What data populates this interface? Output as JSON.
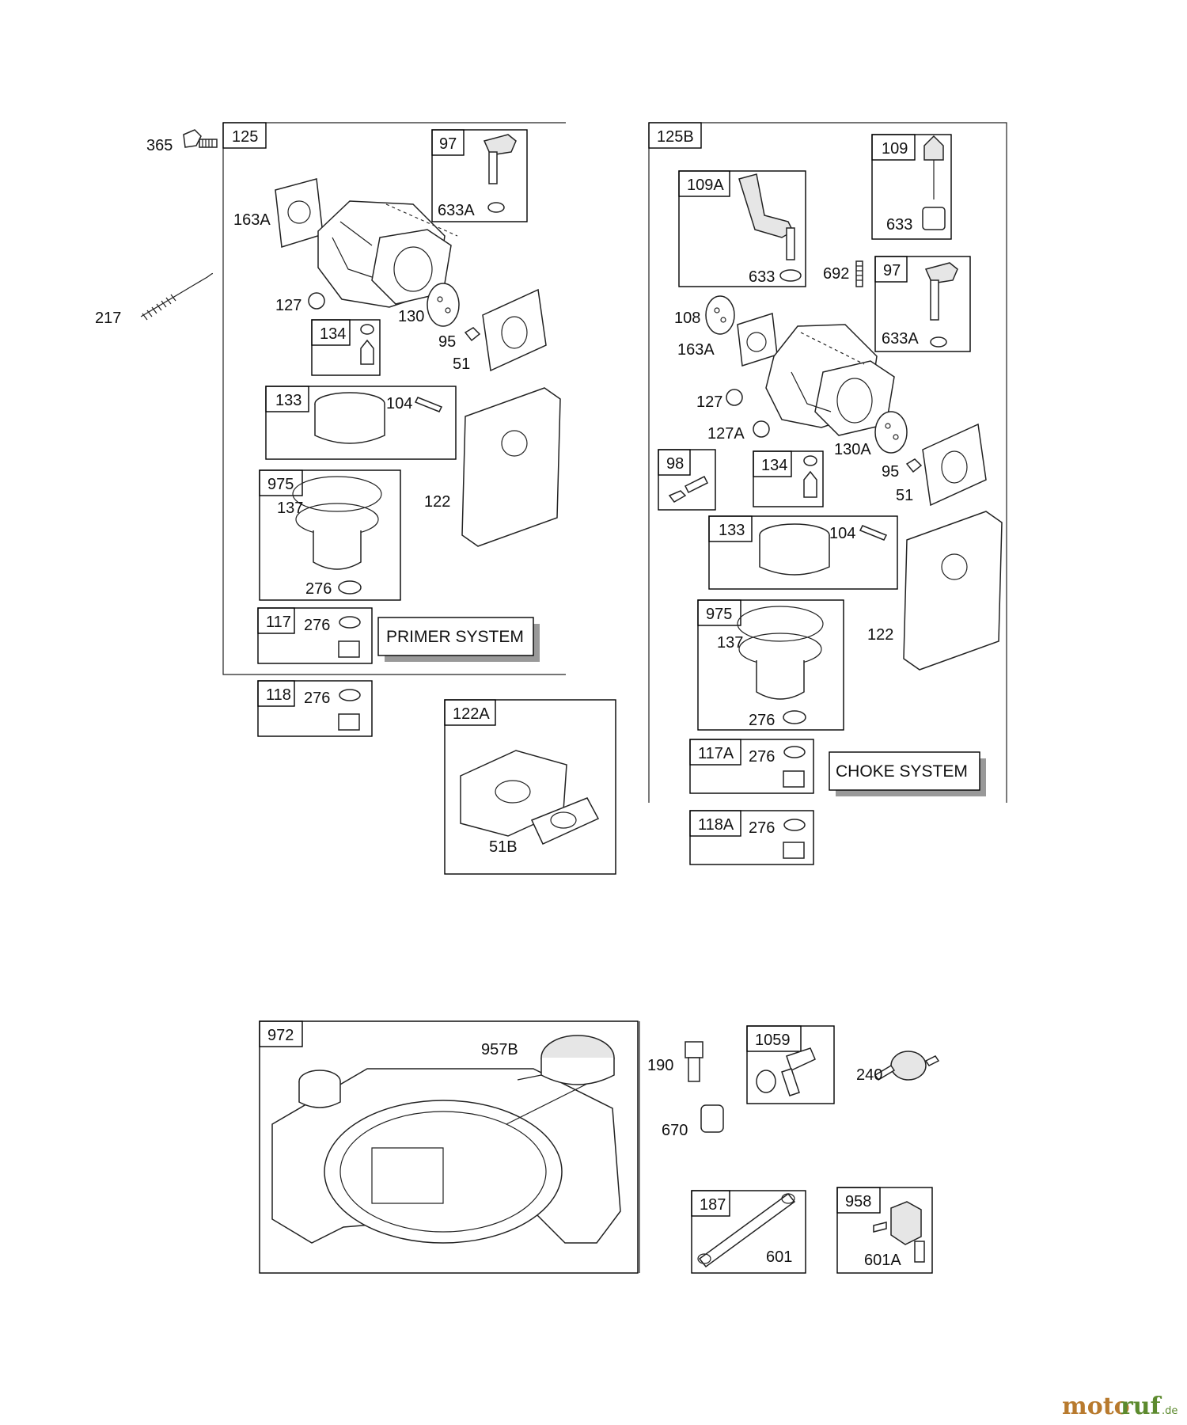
{
  "labels": {
    "p365": "365",
    "p217": "217",
    "p125": "125",
    "p97a": "97",
    "p633a_a": "633A",
    "p163a_a": "163A",
    "p127_a": "127",
    "p134_a": "134",
    "p130": "130",
    "p95_a": "95",
    "p51_a": "51",
    "p133_a": "133",
    "p104_a": "104",
    "p975_a": "975",
    "p137_a": "137",
    "p276_a": "276",
    "p122_a": "122",
    "p117": "117",
    "p276_b": "276",
    "p118": "118",
    "p276_c": "276",
    "p122a": "122A",
    "p51b": "51B",
    "p125b": "125B",
    "p109a": "109A",
    "p633_a": "633",
    "p109": "109",
    "p633_b": "633",
    "p692": "692",
    "p97b": "97",
    "p633a_b": "633A",
    "p108": "108",
    "p163a_b": "163A",
    "p127_b": "127",
    "p127a": "127A",
    "p130a": "130A",
    "p98": "98",
    "p134_b": "134",
    "p95_b": "95",
    "p51_b": "51",
    "p133_b": "133",
    "p104_b": "104",
    "p975_b": "975",
    "p137_b": "137",
    "p276_d": "276",
    "p122_b": "122",
    "p117a": "117A",
    "p276_e": "276",
    "p118a": "118A",
    "p276_f": "276",
    "p972": "972",
    "p957b": "957B",
    "p190": "190",
    "p670": "670",
    "p1059": "1059",
    "p240": "240",
    "p187": "187",
    "p601": "601",
    "p958": "958",
    "p601a": "601A"
  },
  "systems": {
    "primer": "PRIMER SYSTEM",
    "choke": "CHOKE SYSTEM"
  },
  "watermark": {
    "part1": "moto",
    "part2": "ruf",
    "suffix": ".de"
  }
}
